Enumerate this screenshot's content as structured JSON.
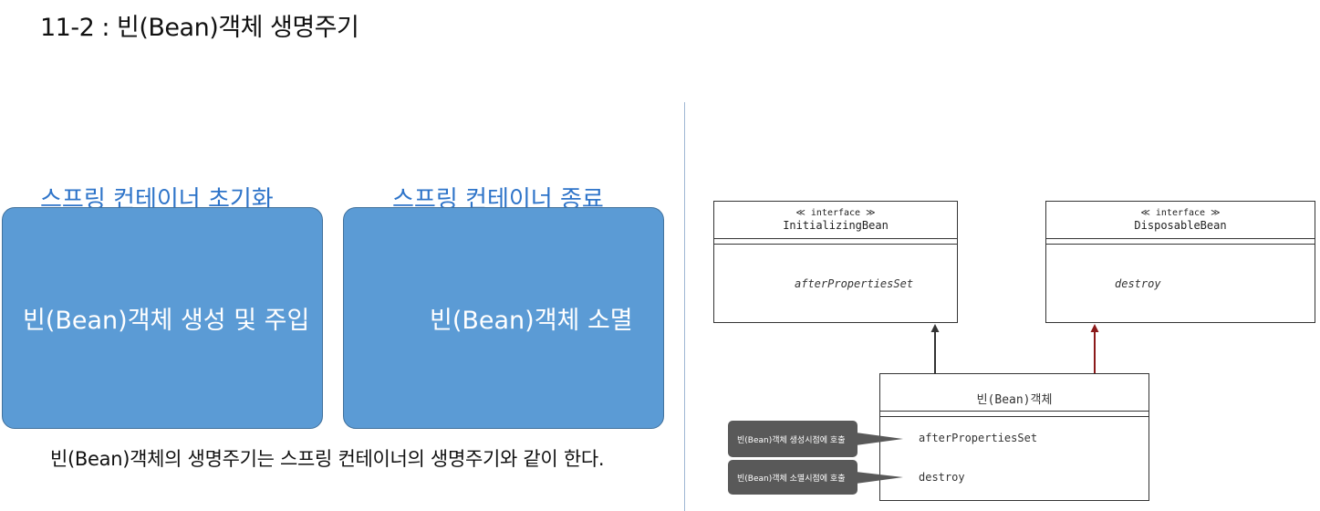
{
  "page": {
    "title": "11-2 : 빈(Bean)객체 생명주기"
  },
  "left": {
    "init": {
      "title": "스프링 컨테이너 초기화",
      "box_text": "빈(Bean)객체 생성 및 주입"
    },
    "shutdown": {
      "title": "스프링 컨테이너 종료",
      "box_text": "빈(Bean)객체 소멸"
    },
    "caption": "빈(Bean)객체의 생명주기는 스프링 컨테이너의 생명주기와 같이 한다."
  },
  "uml": {
    "initializing": {
      "stereotype": "≪ interface ≫",
      "name": "InitializingBean",
      "operation": "afterPropertiesSet"
    },
    "disposable": {
      "stereotype": "≪ interface ≫",
      "name": "DisposableBean",
      "operation": "destroy"
    },
    "bean": {
      "name": "빈(Bean)객체",
      "op1": "afterPropertiesSet",
      "op2": "destroy"
    },
    "notes": {
      "create": "빈(Bean)객체 생성시점에 호출",
      "destroy": "빈(Bean)객체 소멸시점에 호출"
    },
    "colors": {
      "init_arrow": "#333333",
      "destroy_arrow": "#8b1a1a"
    }
  }
}
